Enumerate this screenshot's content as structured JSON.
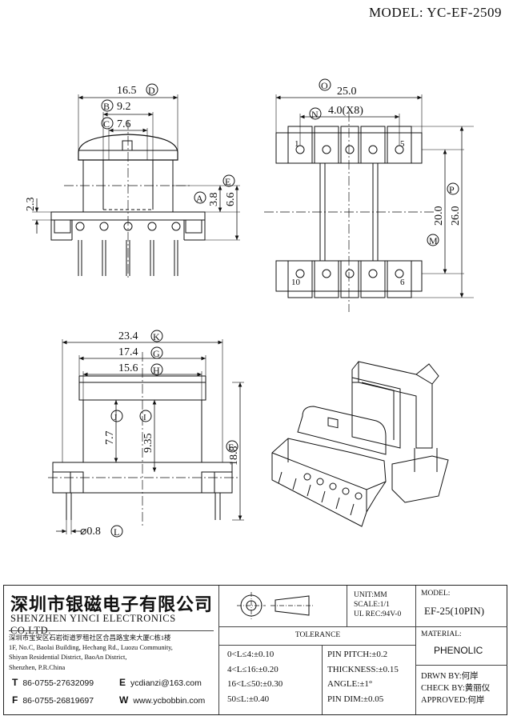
{
  "header": {
    "model": "MODEL: YC-EF-2509"
  },
  "dims": {
    "d1": "16.5",
    "D": "D",
    "d2": "9.2",
    "B": "B",
    "d3": "7.6",
    "C": "C",
    "d4": "2.3",
    "d5": "3.8",
    "A": "A",
    "d6": "6.6",
    "E": "E",
    "d7": "25.0",
    "O": "O",
    "d8": "4.0(X8)",
    "N": "N",
    "d9": "20.0",
    "M": "M",
    "d10": "26.0",
    "P": "P",
    "pin1": "1",
    "pin5": "5",
    "pin10": "10",
    "pin6": "6",
    "d11": "23.4",
    "K": "K",
    "d12": "17.4",
    "G": "G",
    "d13": "15.6",
    "H": "H",
    "d14": "7.7",
    "J": "J",
    "d15": "9.35",
    "I": "I",
    "d16": "18.8",
    "F": "F",
    "d17": "⌀0.8",
    "L": "L"
  },
  "company": {
    "cn": "深圳市银磁电子有限公司",
    "en": "SHENZHEN YINCI ELECTRONICS CO,LTD.",
    "addr1": "深圳市宝安区石岩街道罗租社区合昌路宝来大厦C栋1楼",
    "addr2": "1F, No.C, Baolai Building, Hechang Rd., Luozu Community,",
    "addr3": "Shiyan Residential District, BaoAn District,",
    "addr4": "Shenzhen, P.R.China",
    "t_label": "T",
    "tel": "86-0755-27632099",
    "f_label": "F",
    "fax": "86-0755-26819697",
    "e_label": "E",
    "email": "ycdianzi@163.com",
    "w_label": "W",
    "web": "www.ycbobbin.com"
  },
  "spec": {
    "unit": "UNIT:MM",
    "scale": "SCALE:1/1",
    "ul": "UL REC:94V-0",
    "tolerance_title": "TOLERANCE",
    "tol1": "0<L≤4:±0.10",
    "tol2": "4<L≤16:±0.20",
    "tol3": "16<L≤50:±0.30",
    "tol4": "50≤L:±0.40",
    "tol5": "PIN PITCH:±0.2",
    "tol6": "THICKNESS:±0.15",
    "tol7": "ANGLE:±1°",
    "tol8": "PIN DIM:±0.05",
    "model_label": "MODEL:",
    "model_value": "EF-25(10PIN)",
    "material_label": "MATERIAL:",
    "material_value": "PHENOLIC",
    "drawn": "DRWN BY:何岸",
    "check": "CHECK BY:黄丽仪",
    "approved": "APPROVED:何岸"
  }
}
